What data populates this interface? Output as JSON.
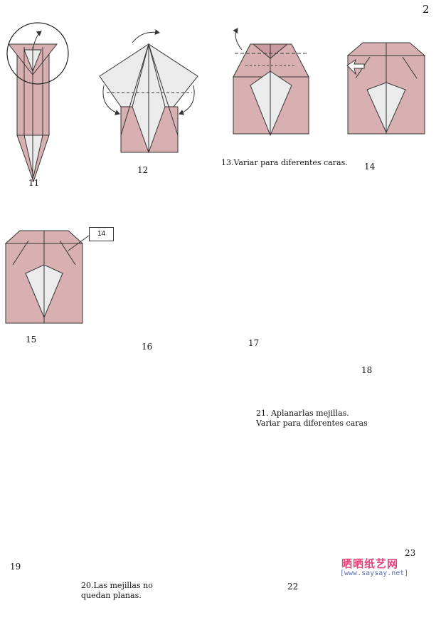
{
  "page_number": "2",
  "steps": {
    "s11": "11",
    "s12": "12",
    "s13": "13.Variar para diferentes caras.",
    "s14": "14",
    "s15": "15",
    "s16": "16",
    "s17": "17",
    "s18": "18",
    "s19": "19",
    "s20": "20.Las mejillas no\nquedan planas.",
    "s21": "21. Aplanarlas mejillas.\nVariar para diferentes caras",
    "s22": "22",
    "s23": "23"
  },
  "reference_box": "14",
  "watermark": {
    "site_name": "晒晒纸艺网",
    "url": "[www.saysay.net]"
  },
  "colors": {
    "paper_pink": "#d8b0b2",
    "paper_white": "#ebebeb",
    "outline": "#333333",
    "arrow_gray": "#6b6b6b",
    "watermark_pink": "#e0457a",
    "watermark_blue": "#5a6fb0"
  }
}
